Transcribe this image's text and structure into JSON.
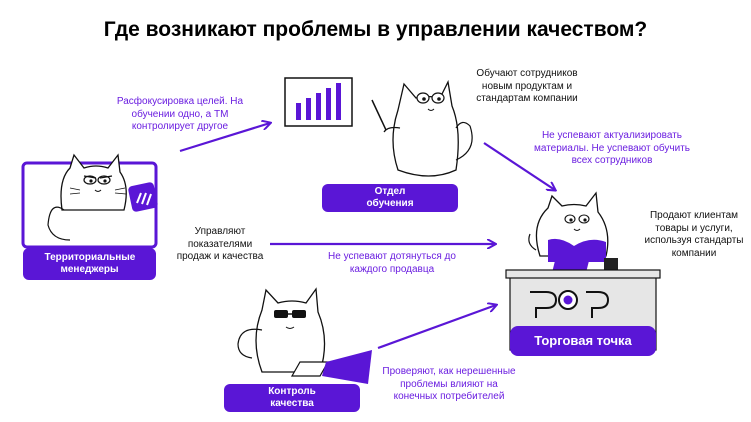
{
  "title": "Где возникают проблемы в управлении качеством?",
  "nodes": {
    "territorial": "Территориальные менеджеры",
    "training": "Отдел обучения",
    "quality": "Контроль качества",
    "shop": "Торговая точка"
  },
  "labels": {
    "defocus": "Расфокусировка целей. На обучении одно, а ТМ контролирует другое",
    "training_desc": "Обучают сотрудников новым продуктам и стандартам компании",
    "no_time_update": "Не успевают актуализировать материалы. Не успевают обучить всех сотрудников",
    "manage": "Управляют показателями продаж и качества",
    "no_reach": "Не успевают дотянуться до каждого продавца",
    "sell": "Продают клиентам товары и услуги, используя стандарты компании",
    "check": "Проверяют, как нерешенные проблемы влияют на конечных потребителей"
  },
  "colors": {
    "accent": "#5a16d6",
    "text": "#111111",
    "counter": "#e6e6e6"
  }
}
